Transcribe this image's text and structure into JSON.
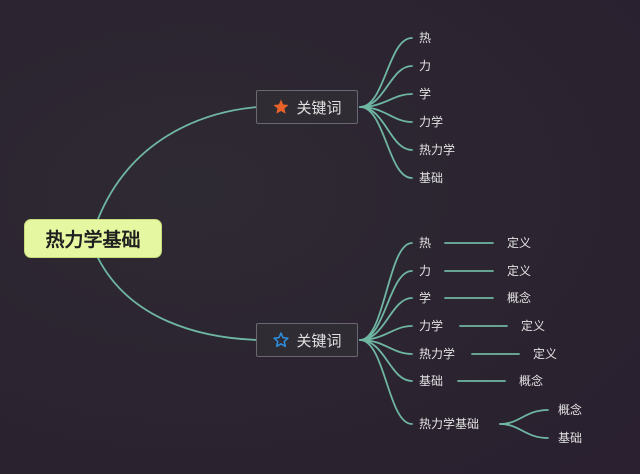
{
  "root": {
    "label": "热力学基础"
  },
  "branch1": {
    "label": "关键词",
    "icon": "filled-star-icon",
    "icon_color": "#e8622a",
    "items": [
      "热",
      "力",
      "学",
      "力学",
      "热力学",
      "基础"
    ]
  },
  "branch2": {
    "label": "关键词",
    "icon": "outline-star-icon",
    "icon_color": "#2f8fe0",
    "items": [
      {
        "label": "热",
        "child": "定义"
      },
      {
        "label": "力",
        "child": "定义"
      },
      {
        "label": "学",
        "child": "概念"
      },
      {
        "label": "力学",
        "child": "定义"
      },
      {
        "label": "热力学",
        "child": "定义"
      },
      {
        "label": "基础",
        "child": "概念"
      },
      {
        "label": "热力学基础",
        "children": [
          "概念",
          "基础"
        ]
      }
    ]
  },
  "colors": {
    "connector": "#6fb7a3",
    "root_bg": "#e6f7a2",
    "background": "#2c2530"
  }
}
